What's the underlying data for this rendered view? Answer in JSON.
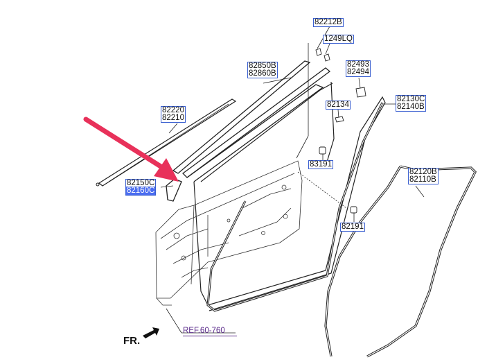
{
  "parts": {
    "p82212b": "82212B",
    "p1249lq": "1249LQ",
    "p82493": "82493",
    "p82494": "82494",
    "p82850b": "82850B",
    "p82860b": "82860B",
    "p82130c": "82130C",
    "p82140b": "82140B",
    "p82134": "82134",
    "p82220": "82220",
    "p82210": "82210",
    "p83191": "83191",
    "p82150c": "82150C",
    "p82160c": "82160C",
    "p82120b": "82120B",
    "p82110b": "82110B",
    "p82191": "82191"
  },
  "reference": "REF.60-760",
  "direction_label": "FR.",
  "colors": {
    "label_border": "#3a5fd0",
    "highlight_bg": "#4a6cf0",
    "arrow": "#e8315a",
    "ref_text": "#5a2a8a",
    "line": "#222222"
  }
}
